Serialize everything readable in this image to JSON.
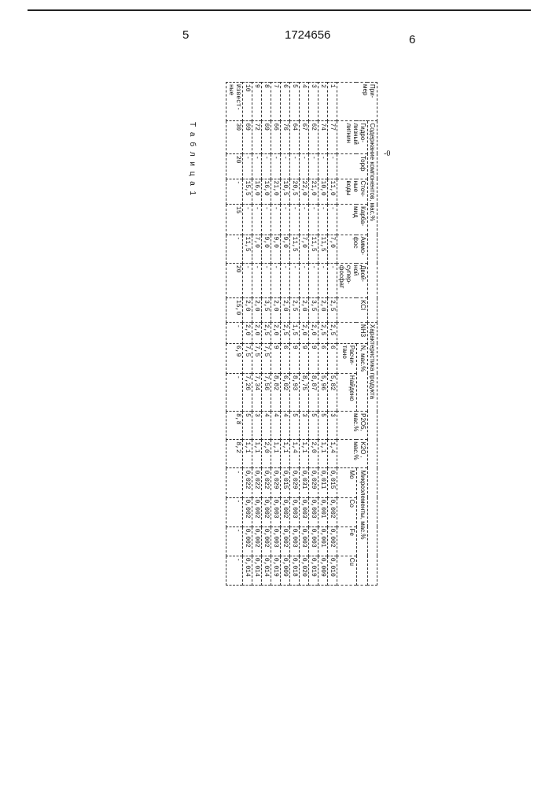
{
  "page": {
    "left_num": "5",
    "patent_number": "1724656",
    "right_num": "6",
    "table_title": "Т а б л и ц а 1",
    "mark": "-0"
  },
  "table": {
    "group_composition": "Содержание компонентов, мас.%",
    "group_characteristics": "Характеристика продукта",
    "group_micro": "Микроэлементы, мас.%",
    "headers": {
      "example": "При-\nмер",
      "hydrolysis_lignin": "Гидро-\nлизный\nлигнин",
      "peat": "Торф",
      "wastewater": "Сточ-\nные\nводы",
      "carbamide": "Карба-\nмид",
      "ammophos": "Аммо-\nфос",
      "superphosphate": "Двой-\nной\nсупер-\nфосфат",
      "kcl": "KCl",
      "nh3": "NH3",
      "n_group": "N, мас.%",
      "n_calc": "Расчи-\nтано",
      "n_found": "Найдено",
      "p2o5": "P2O5,\nмас.%",
      "k2o": "K2O ,\nмас.%",
      "mo": "Mo",
      "co": "Co",
      "fe": "Fe",
      "cu": "Cu"
    },
    "rows": [
      {
        "ex": "1",
        "lig": "77",
        "peat": "-",
        "ww": "11,0",
        "carb": "-",
        "amm": "7,0",
        "sup": "-",
        "kcl": "2,5",
        "nh3": "2,5",
        "nc": "6",
        "nf": "5,82",
        "p": "3",
        "k": "1,4",
        "mo": "0,015",
        "co": "0,002",
        "fe": "0,002",
        "cu": "0,010"
      },
      {
        "ex": "2",
        "lig": "74",
        "peat": "-",
        "ww": "10,0",
        "carb": "-",
        "amm": "11,5",
        "sup": "-",
        "kcl": "2,0",
        "nh3": "2,5",
        "nc": "6",
        "nf": "5,96",
        "p": "5",
        "k": "1,1",
        "mo": "0,011",
        "co": "0,001",
        "fe": "0,001",
        "cu": "0,009"
      },
      {
        "ex": "3",
        "lig": "62",
        "peat": "-",
        "ww": "21,0",
        "carb": "-",
        "amm": "11,5",
        "sup": "-",
        "kcl": "3,5",
        "nh3": "2,0",
        "nc": "9",
        "nf": "8,87",
        "p": "5",
        "k": "2,0",
        "mo": "0,029",
        "co": "0,003",
        "fe": "0,003",
        "cu": "0,019"
      },
      {
        "ex": "4",
        "lig": "67",
        "peat": "-",
        "ww": "22,0",
        "carb": "-",
        "amm": "7,0",
        "sup": "-",
        "kcl": "2,0",
        "nh3": "2,0",
        "nc": "9",
        "nf": "8,75",
        "p": "3",
        "k": "1,1",
        "mo": "0,031",
        "co": "0,003",
        "fe": "0,003",
        "cu": "0,020"
      },
      {
        "ex": "5",
        "lig": "64",
        "peat": "-",
        "ww": "20,5",
        "carb": "-",
        "amm": "11,5",
        "sup": "-",
        "kcl": "2,5",
        "nh3": "1,5",
        "nc": "9",
        "nf": "8,93",
        "p": "5",
        "k": "1,4",
        "mo": "0,029",
        "co": "0,003",
        "fe": "0,003",
        "cu": "0,018"
      },
      {
        "ex": "6",
        "lig": "76",
        "peat": "-",
        "ww": "10,5",
        "carb": "-",
        "amm": "9,0",
        "sup": "-",
        "kcl": "2,0",
        "nh3": "2,5",
        "nc": "6",
        "nf": "6,02",
        "p": "4",
        "k": "1,1",
        "mo": "0,015",
        "co": "0,002",
        "fe": "0,002",
        "cu": "0,009"
      },
      {
        "ex": "7",
        "lig": "66",
        "peat": "-",
        "ww": "21,0",
        "carb": "-",
        "amm": "9,0",
        "sup": "-",
        "kcl": "2,0",
        "nh3": "2,0",
        "nc": "9",
        "nf": "8,82",
        "p": "4",
        "k": "1,1",
        "mo": "0,029",
        "co": "0,003",
        "fe": "0,003",
        "cu": "0,019"
      },
      {
        "ex": "8",
        "lig": "69",
        "peat": "-",
        "ww": "16,0",
        "carb": "-",
        "amm": "9,0",
        "sup": "-",
        "kcl": "3,5",
        "nh3": "2,5",
        "nc": "7,5",
        "nf": "7,56",
        "p": "4",
        "k": "2,0",
        "mo": "0,022",
        "co": "0,002",
        "fe": "0,002",
        "cu": "0,014"
      },
      {
        "ex": "9",
        "lig": "72",
        "peat": "-",
        "ww": "16,0",
        "carb": "-",
        "amm": "7,0",
        "sup": "-",
        "kcl": "2,0",
        "nh3": "2,0",
        "nc": "7,5",
        "nf": "7,34",
        "p": "3",
        "k": "1,1",
        "mo": "0,022",
        "co": "0,002",
        "fe": "0,002",
        "cu": "0,014"
      },
      {
        "ex": "10",
        "lig": "69",
        "peat": "-",
        "ww": "15,5",
        "carb": "-",
        "amm": "11,5",
        "sup": "-",
        "kcl": "2,0",
        "nh3": "2,0",
        "nc": "7,5",
        "nf": "7,26",
        "p": "5",
        "k": "1,1",
        "mo": "0,022",
        "co": "0,002",
        "fe": "0,002",
        "cu": "0,014"
      },
      {
        "ex": "Извест-\nные",
        "lig": "30",
        "peat": "20",
        "ww": "-",
        "carb": "15",
        "amm": "-",
        "sup": "20",
        "kcl": "15,0",
        "nh3": "-",
        "nc": "6,9",
        "nf": "-",
        "p": "8,8",
        "k": "8,2",
        "mo": "-",
        "co": "-",
        "fe": "-",
        "cu": "-"
      }
    ]
  }
}
